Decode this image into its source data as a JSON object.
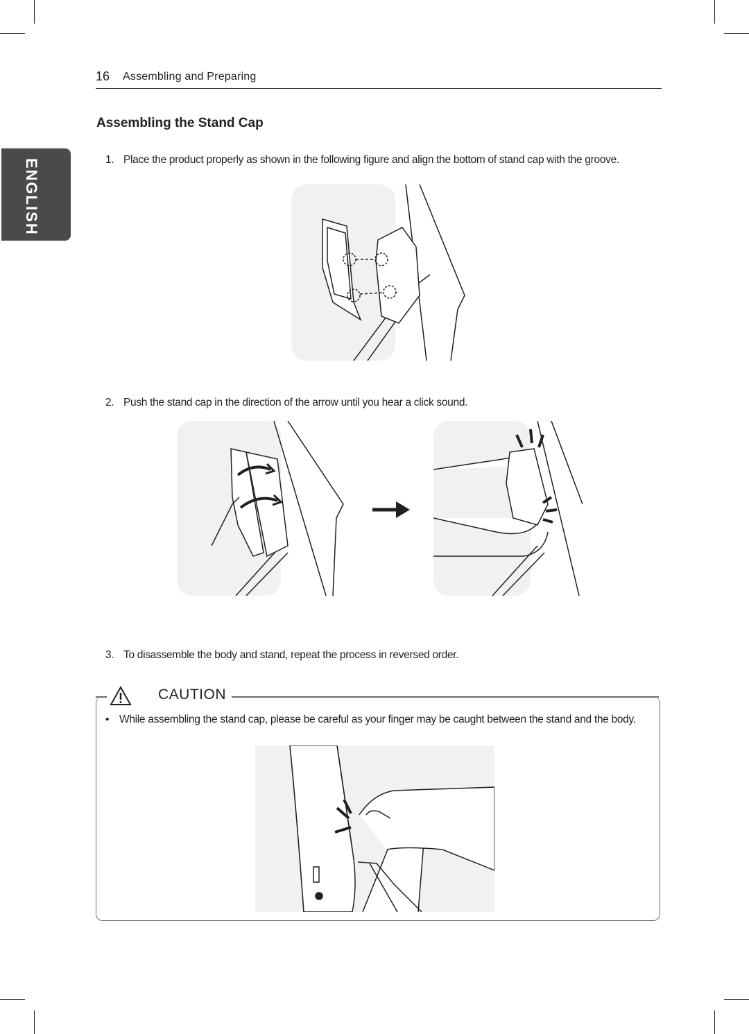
{
  "header": {
    "page_number": "16",
    "section": "Assembling and Preparing"
  },
  "language_tab": "ENGLISH",
  "title": "Assembling the Stand Cap",
  "steps": [
    {
      "number": "1.",
      "text": "Place the product properly as shown in the following figure and align the bottom of stand cap with the groove."
    },
    {
      "number": "2.",
      "text": "Push the stand cap in the direction of the arrow until you hear a click sound."
    },
    {
      "number": "3.",
      "text": "To disassemble the body and stand, repeat the process in reversed order."
    }
  ],
  "caution": {
    "label": "CAUTION",
    "bullet_symbol": "•",
    "bullet_text": "While assembling the stand cap, please be careful as your finger may be caught between the stand and the body."
  },
  "icons": [
    "warning-triangle-icon",
    "right-arrow-icon"
  ]
}
